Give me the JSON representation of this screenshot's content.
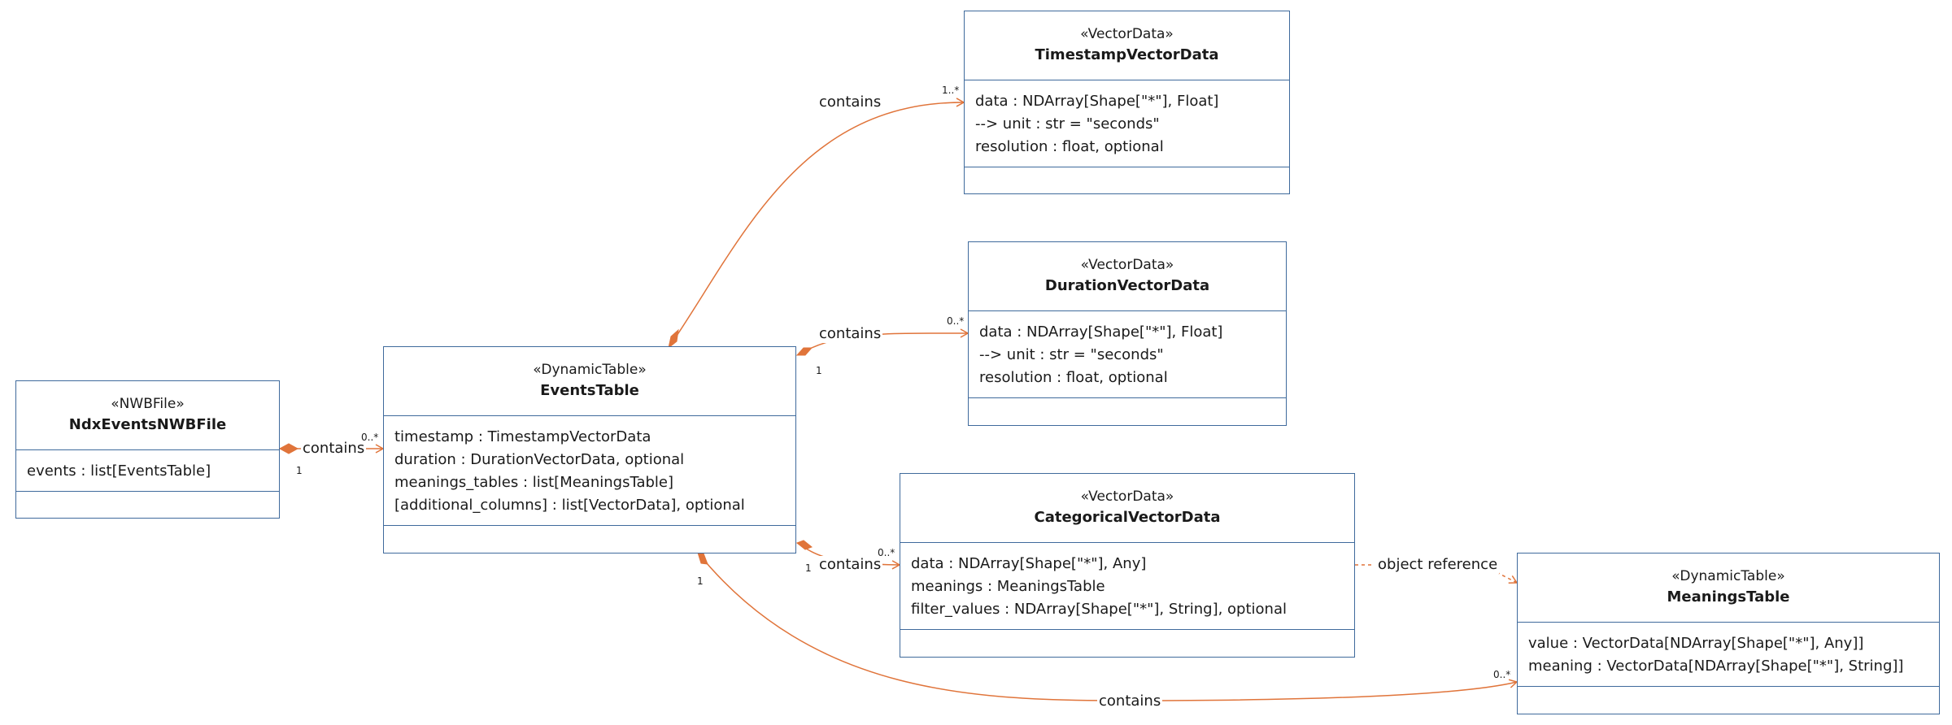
{
  "classes": {
    "nwbfile": {
      "stereotype": "«NWBFile»",
      "name": "NdxEventsNWBFile",
      "attributes": [
        "events : list[EventsTable]"
      ]
    },
    "events_table": {
      "stereotype": "«DynamicTable»",
      "name": "EventsTable",
      "attributes": [
        "timestamp : TimestampVectorData",
        "duration : DurationVectorData, optional",
        "meanings_tables : list[MeaningsTable]",
        "[additional_columns] : list[VectorData], optional"
      ]
    },
    "timestamp_vd": {
      "stereotype": "«VectorData»",
      "name": "TimestampVectorData",
      "attributes": [
        "data : NDArray[Shape[\"*\"], Float]",
        "--> unit : str = \"seconds\"",
        "resolution : float, optional"
      ]
    },
    "duration_vd": {
      "stereotype": "«VectorData»",
      "name": "DurationVectorData",
      "attributes": [
        "data : NDArray[Shape[\"*\"], Float]",
        "--> unit : str = \"seconds\"",
        "resolution : float, optional"
      ]
    },
    "categorical_vd": {
      "stereotype": "«VectorData»",
      "name": "CategoricalVectorData",
      "attributes": [
        "data : NDArray[Shape[\"*\"], Any]",
        "meanings : MeaningsTable",
        "filter_values : NDArray[Shape[\"*\"], String], optional"
      ]
    },
    "meanings_table": {
      "stereotype": "«DynamicTable»",
      "name": "MeaningsTable",
      "attributes": [
        "value : VectorData[NDArray[Shape[\"*\"], Any]]",
        "meaning : VectorData[NDArray[Shape[\"*\"], String]]"
      ]
    }
  },
  "relations": [
    {
      "id": "nwb-events",
      "label": "contains",
      "source_mult": "1",
      "target_mult": "0..*"
    },
    {
      "id": "events-timestamp",
      "label": "contains",
      "source_mult": "",
      "target_mult": "1..*"
    },
    {
      "id": "events-duration",
      "label": "contains",
      "source_mult": "1",
      "target_mult": "0..*"
    },
    {
      "id": "events-categorical",
      "label": "contains",
      "source_mult": "1",
      "target_mult": "0..*"
    },
    {
      "id": "events-meanings",
      "label": "contains",
      "source_mult": "1",
      "target_mult": "0..*"
    },
    {
      "id": "categorical-meanings",
      "label": "object reference",
      "source_mult": "",
      "target_mult": ""
    }
  ],
  "colors": {
    "class_border": "#3f6a9c",
    "edge": "#e0743a",
    "text": "#1a1a1a"
  }
}
